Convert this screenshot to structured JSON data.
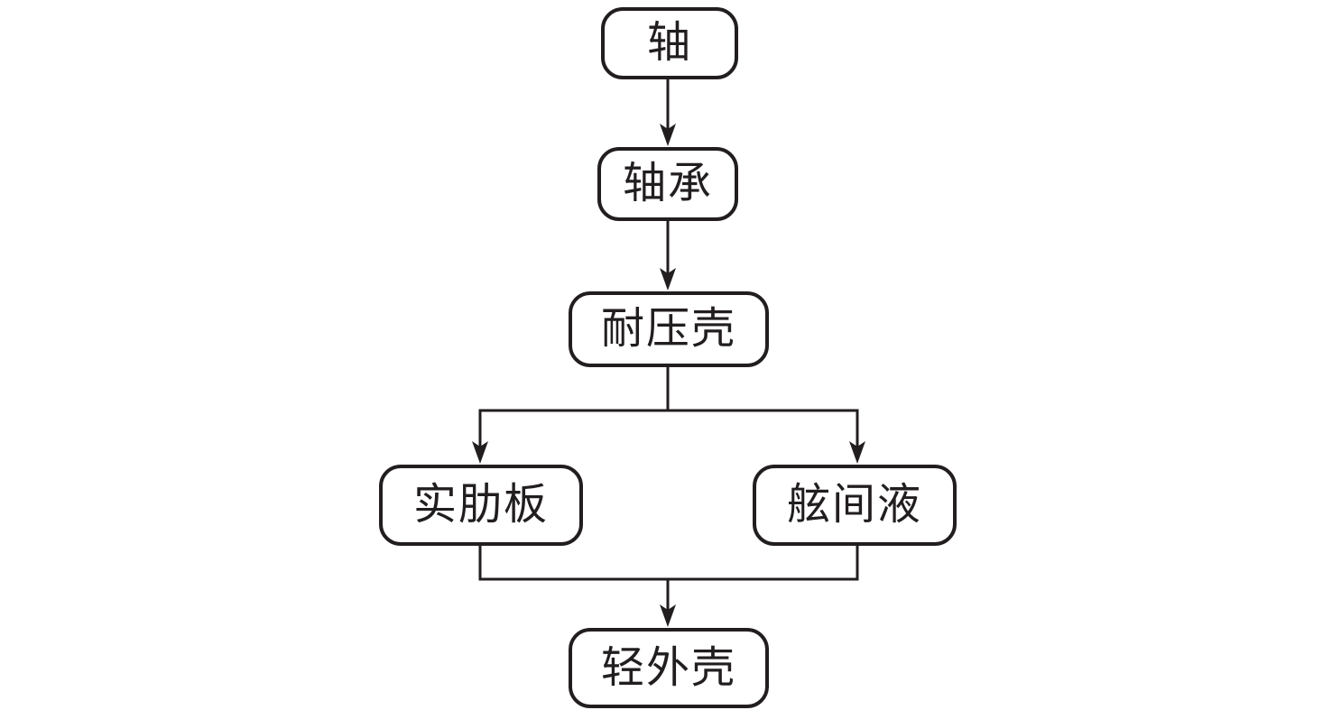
{
  "diagram": {
    "type": "flowchart",
    "colors": {
      "stroke": "#221e1f",
      "text": "#221e1f",
      "node_fill": "#ffffff",
      "background": "#ffffff"
    },
    "nodes": [
      {
        "id": "shaft",
        "label": "轴"
      },
      {
        "id": "bearing",
        "label": "轴承"
      },
      {
        "id": "pressure-hull",
        "label": "耐压壳"
      },
      {
        "id": "solid-floor-plate",
        "label": "实肋板"
      },
      {
        "id": "inter-hull-liquid",
        "label": "舷间液"
      },
      {
        "id": "light-outer-shell",
        "label": "轻外壳"
      }
    ],
    "edges": [
      {
        "from": "轴",
        "to": "轴承"
      },
      {
        "from": "轴承",
        "to": "耐压壳"
      },
      {
        "from": "耐压壳",
        "to": "实肋板"
      },
      {
        "from": "耐压壳",
        "to": "舷间液"
      },
      {
        "from": "实肋板",
        "to": "轻外壳"
      },
      {
        "from": "舷间液",
        "to": "轻外壳"
      }
    ]
  }
}
